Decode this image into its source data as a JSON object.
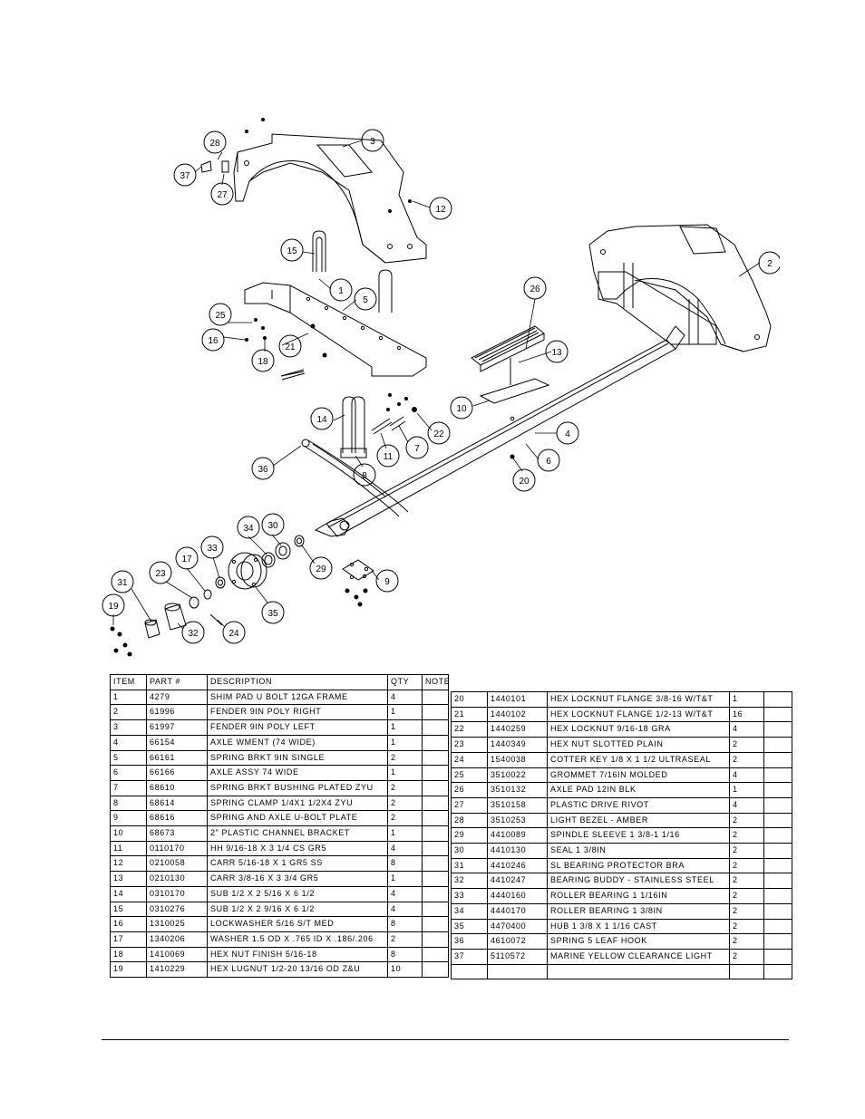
{
  "table_left": {
    "headers": [
      "ITEM",
      "PART #",
      "DESCRIPTION",
      "QTY",
      "NOTE"
    ],
    "rows": [
      [
        "1",
        "4279",
        "SHIM PAD   U BOLT 12GA FRAME",
        "4",
        ""
      ],
      [
        "2",
        "61996",
        "FENDER  9IN POLY RIGHT",
        "1",
        ""
      ],
      [
        "3",
        "61997",
        "FENDER  9IN POLY LEFT",
        "1",
        ""
      ],
      [
        "4",
        "66154",
        "AXLE WMENT (74 WIDE)",
        "1",
        ""
      ],
      [
        "5",
        "66161",
        "SPRING BRKT  9IN SINGLE",
        "2",
        ""
      ],
      [
        "6",
        "66166",
        "AXLE ASSY 74 WIDE",
        "1",
        ""
      ],
      [
        "7",
        "68610",
        "SPRING BRKT BUSHING PLATED ZYU",
        "2",
        ""
      ],
      [
        "8",
        "68614",
        "SPRING CLAMP  1/4X1 1/2X4  ZYU",
        "2",
        ""
      ],
      [
        "9",
        "68616",
        "SPRING AND AXLE U-BOLT PLATE",
        "2",
        ""
      ],
      [
        "10",
        "68673",
        "2\" PLASTIC CHANNEL BRACKET",
        "1",
        ""
      ],
      [
        "11",
        "0110170",
        "HH 9/16-18 X 3 1/4 CS GR5",
        "4",
        ""
      ],
      [
        "12",
        "0210058",
        "CARR 5/16-18 X 1 GR5 SS",
        "8",
        ""
      ],
      [
        "13",
        "0210130",
        "CARR 3/8-16 X 3 3/4 GR5",
        "1",
        ""
      ],
      [
        "14",
        "0310170",
        "SUB 1/2 X 2 5/16 X 6 1/2",
        "4",
        ""
      ],
      [
        "15",
        "0310276",
        "SUB 1/2 X 2 9/16 X 6 1/2",
        "4",
        ""
      ],
      [
        "16",
        "1310025",
        "LOCKWASHER 5/16 S/T MED",
        "8",
        ""
      ],
      [
        "17",
        "1340206",
        "WASHER 1.5 OD X .765 ID X .186/.206",
        "2",
        ""
      ],
      [
        "18",
        "1410069",
        "HEX NUT FINISH 5/16-18",
        "8",
        ""
      ],
      [
        "19",
        "1410229",
        "HEX LUGNUT 1/2-20 13/16 OD Z&U",
        "10",
        ""
      ]
    ]
  },
  "table_right": {
    "rows": [
      [
        "20",
        "1440101",
        "HEX LOCKNUT FLANGE 3/8-16 W/T&T",
        "1",
        ""
      ],
      [
        "21",
        "1440102",
        "HEX LOCKNUT FLANGE 1/2-13 W/T&T",
        "16",
        ""
      ],
      [
        "22",
        "1440259",
        "HEX LOCKNUT 9/16-18 GRA",
        "4",
        ""
      ],
      [
        "23",
        "1440349",
        "HEX NUT SLOTTED PLAIN",
        "2",
        ""
      ],
      [
        "24",
        "1540038",
        "COTTER KEY 1/8 X 1 1/2 ULTRASEAL",
        "2",
        ""
      ],
      [
        "25",
        "3510022",
        "GROMMET  7/16IN MOLDED",
        "4",
        ""
      ],
      [
        "26",
        "3510132",
        "AXLE PAD 12IN  BLK",
        "1",
        ""
      ],
      [
        "27",
        "3510158",
        "PLASTIC DRIVE RIVOT",
        "4",
        ""
      ],
      [
        "28",
        "3510253",
        "LIGHT BEZEL - AMBER",
        "2",
        ""
      ],
      [
        "29",
        "4410089",
        "SPINDLE SLEEVE  1 3/8-1 1/16",
        "2",
        ""
      ],
      [
        "30",
        "4410130",
        "SEAL  1 3/8IN",
        "2",
        ""
      ],
      [
        "31",
        "4410246",
        "SL BEARING PROTECTOR BRA",
        "2",
        ""
      ],
      [
        "32",
        "4410247",
        "BEARING BUDDY - STAINLESS STEEL",
        "2",
        ""
      ],
      [
        "33",
        "4440160",
        "ROLLER BEARING   1 1/16IN",
        "2",
        ""
      ],
      [
        "34",
        "4440170",
        "ROLLER BEARING   1 3/8IN",
        "2",
        ""
      ],
      [
        "35",
        "4470400",
        "HUB  1 3/8 X 1 1/16 CAST",
        "2",
        ""
      ],
      [
        "36",
        "4610072",
        "SPRING  5 LEAF HOOK",
        "2",
        ""
      ],
      [
        "37",
        "5110572",
        "MARINE YELLOW CLEARANCE LIGHT",
        "2",
        ""
      ],
      [
        "",
        "",
        "",
        "",
        ""
      ]
    ]
  },
  "callouts": [
    "1",
    "2",
    "3",
    "4",
    "5",
    "6",
    "7",
    "8",
    "9",
    "10",
    "11",
    "12",
    "13",
    "14",
    "15",
    "16",
    "17",
    "18",
    "19",
    "20",
    "21",
    "22",
    "23",
    "24",
    "25",
    "26",
    "27",
    "28",
    "29",
    "30",
    "31",
    "32",
    "33",
    "34",
    "35",
    "36",
    "37"
  ]
}
